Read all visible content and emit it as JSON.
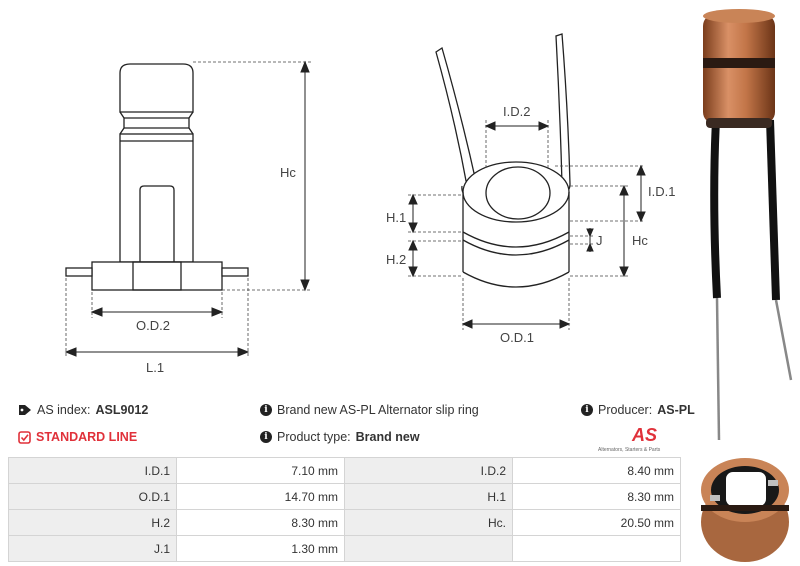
{
  "drawing_left": {
    "hc": "Hc",
    "od2": "O.D.2",
    "l1": "L.1"
  },
  "drawing_mid": {
    "id2": "I.D.2",
    "id1": "I.D.1",
    "h1": "H.1",
    "h2": "H.2",
    "j": "J",
    "hc": "Hc",
    "od1": "O.D.1"
  },
  "info": {
    "index_label": "AS index:",
    "index_value": "ASL9012",
    "standard_line": "STANDARD LINE",
    "description": "Brand new AS-PL Alternator slip ring",
    "product_type_label": "Product type:",
    "product_type_value": "Brand new",
    "producer_label": "Producer:",
    "producer_value": "AS-PL"
  },
  "logo": {
    "mark": "AS",
    "tagline": "Alternators, Starters & Parts"
  },
  "specs": [
    [
      {
        "k": "I.D.1",
        "v": "7.10 mm"
      },
      {
        "k": "I.D.2",
        "v": "8.40 mm"
      }
    ],
    [
      {
        "k": "O.D.1",
        "v": "14.70 mm"
      },
      {
        "k": "H.1",
        "v": "8.30 mm"
      }
    ],
    [
      {
        "k": "H.2",
        "v": "8.30 mm"
      },
      {
        "k": "Hc.",
        "v": "20.50 mm"
      }
    ],
    [
      {
        "k": "J.1",
        "v": "1.30 mm"
      },
      {
        "k": "",
        "v": ""
      }
    ]
  ],
  "colors": {
    "accent": "#e0313a",
    "copper": "#c07a4f",
    "label_bg": "#eeeeee"
  },
  "icons": [
    "tag-icon",
    "check-square-icon",
    "info-icon"
  ]
}
